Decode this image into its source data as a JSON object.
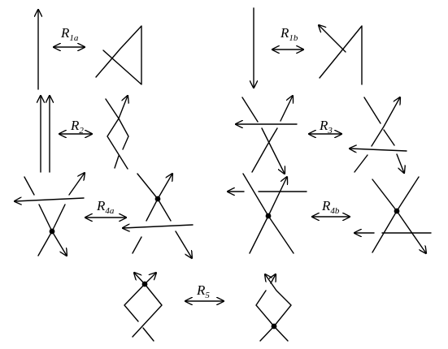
{
  "moves": [
    {
      "id": "R1a",
      "letter": "R",
      "sub": "1a"
    },
    {
      "id": "R1b",
      "letter": "R",
      "sub": "1b"
    },
    {
      "id": "R2",
      "letter": "R",
      "sub": "2"
    },
    {
      "id": "R3",
      "letter": "R",
      "sub": "3"
    },
    {
      "id": "R4a",
      "letter": "R",
      "sub": "4a"
    },
    {
      "id": "R4b",
      "letter": "R",
      "sub": "4b"
    },
    {
      "id": "R5",
      "letter": "R",
      "sub": "5"
    }
  ]
}
